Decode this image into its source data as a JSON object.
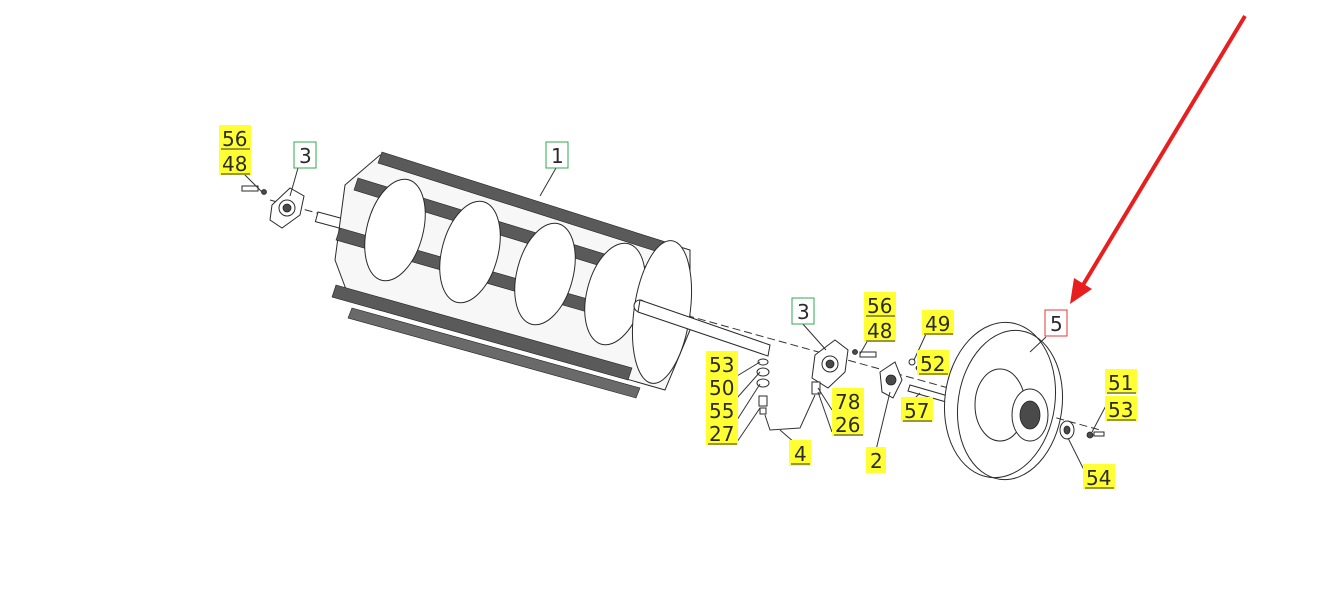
{
  "callouts": {
    "c56a": "56",
    "c48a": "48",
    "c3a": "3",
    "c1": "1",
    "c3b": "3",
    "c56b": "56",
    "c48b": "48",
    "c49": "49",
    "c52": "52",
    "c57": "57",
    "c53a": "53",
    "c50": "50",
    "c55": "55",
    "c27": "27",
    "c4": "4",
    "c78": "78",
    "c26": "26",
    "c2": "2",
    "c5": "5",
    "c51": "51",
    "c53b": "53",
    "c54": "54"
  },
  "colors": {
    "highlight": "#ffff33",
    "green_box": "#2fa84f",
    "red_box": "#e03a3a",
    "arrow": "#e81f1f"
  }
}
